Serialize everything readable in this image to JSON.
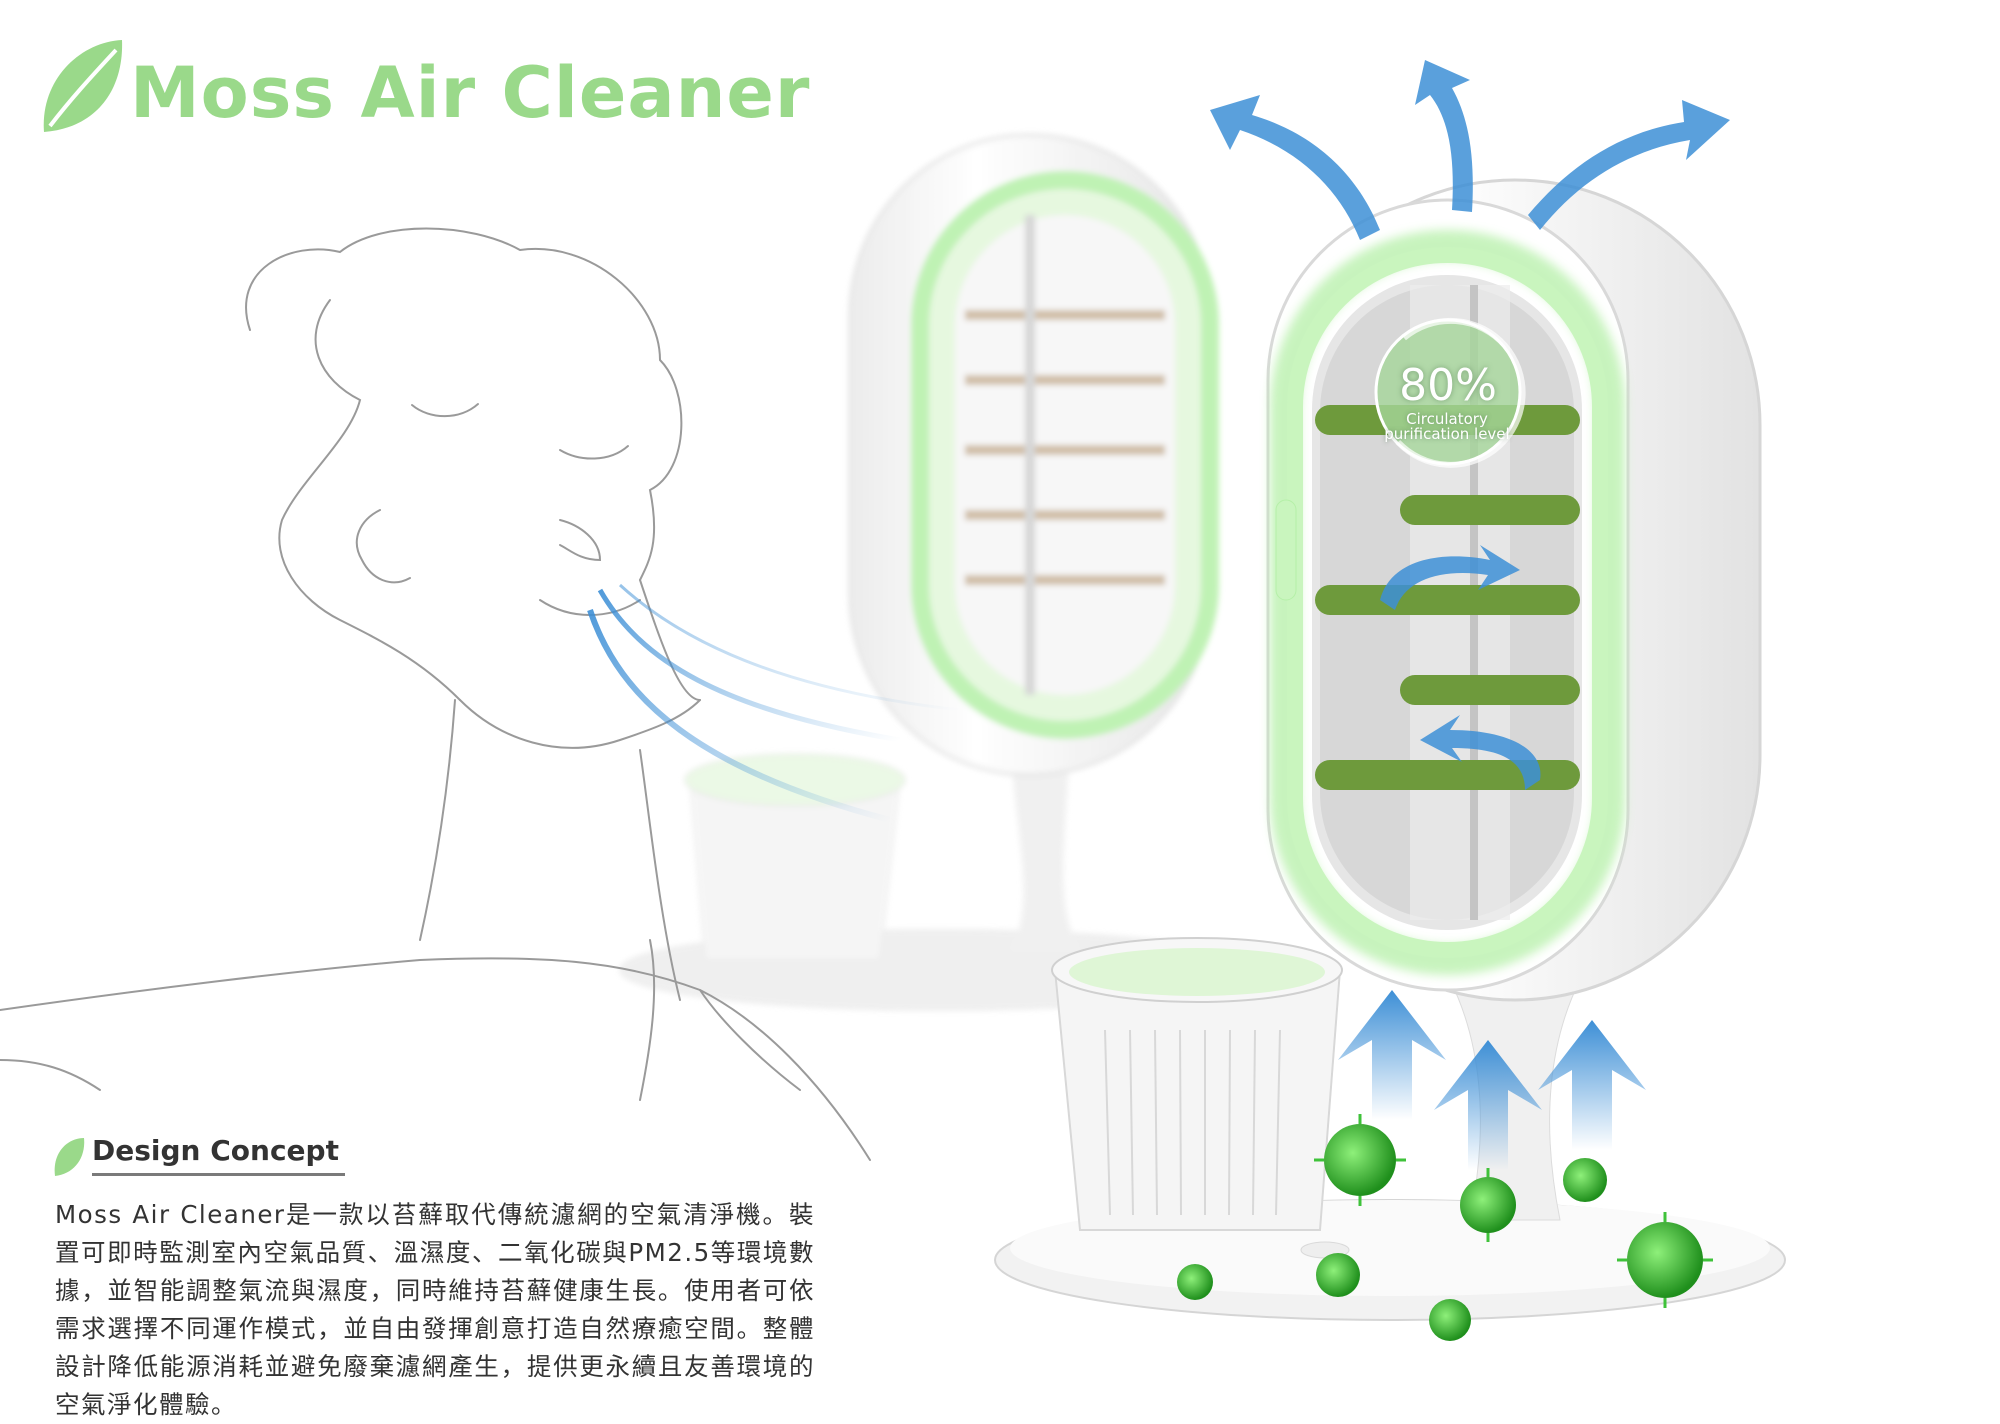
{
  "header": {
    "title": "Moss Air Cleaner",
    "accent_color": "#9ad98a",
    "icon": "leaf-icon"
  },
  "display": {
    "value": "80%",
    "label": "Circulatory purification level"
  },
  "concept": {
    "heading": "Design Concept",
    "icon": "leaf-icon",
    "body": "Moss Air Cleaner是一款以苔蘚取代傳統濾網的空氣清淨機。裝置可即時監測室內空氣品質、溫濕度、二氧化碳與PM2.5等環境數據，並智能調整氣流與濕度，同時維持苔蘚健康生長。使用者可依需求選擇不同運作模式，並自由發揮創意打造自然療癒空間。整體設計降低能源消耗並避免廢棄濾網產生，提供更永續且友善環境的空氣淨化體驗。"
  },
  "colors": {
    "airflow": "#3d8fd6",
    "moss": "#6e9a3c",
    "glow": "#b5f0a8",
    "virus": "#3fc23a"
  }
}
